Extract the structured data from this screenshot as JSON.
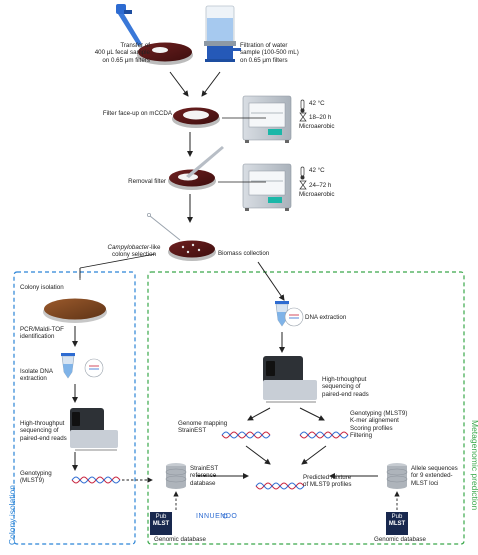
{
  "steps": {
    "transfer": "Transfer of\n400 μL fecal sample\non 0.65 μm filters",
    "filtration": "Filtration of water\nsample (100-500 mL)\non 0.65 μm filters",
    "filter_face_up": "Filter face-up on mCCDA",
    "incubator1_temp": "42 °C",
    "incubator1_time": "18–20 h",
    "incubator1_atm": "Microaerobic",
    "removal_filter": "Removal filter",
    "incubator2_temp": "42 °C",
    "incubator2_time": "24–72 h",
    "incubator2_atm": "Microaerobic",
    "campy_italic": "Campylobacter",
    "campy_rest": "-like\ncolony selection",
    "biomass": "Biomass collection"
  },
  "colony_isolation": {
    "section_label": "Colony isolation",
    "header": "Colony isolation",
    "pcr": "PCR/Maldi-TOF\nidentification",
    "isolate_dna": "Isolate DNA\nextraction",
    "sequencing": "High-throughput\nsequencing of\npaired-end reads",
    "genotyping": "Genotyping\n(MLST9)"
  },
  "metagenomic": {
    "section_label": "Metagenomic prediction",
    "dna_extraction": "DNA extraction",
    "sequencing": "High-trhoughput\nsequencing of\npaired-end reads",
    "genome_mapping": "Genome mapping\nStrainEST",
    "genotyping_right": "Genotyping (MLST9)\nK-mer alignement\nScoring profiles\nFiltering",
    "strainest_db": "StrainEST\nreference\ndatabase",
    "predicted_mixture": "Predicted mixture\nof MLST9 profiles",
    "allele_sequences": "Allele sequences\nfor 9 extended-\nMLST loci",
    "innuendo_logo": "INNUENDO",
    "pubmlst_left_1": "Pub",
    "pubmlst_left_2": "MLST",
    "genomic_db_left": "Genomic database",
    "pubmlst_right_1": "Pub",
    "pubmlst_right_2": "MLST",
    "genomic_db_right": "Genomic database"
  },
  "colors": {
    "petri_agar": "#5a1a1a",
    "colony_box": "#2b84d6",
    "metagenomic_box": "#3aa84a",
    "dna_red": "#c8203a",
    "dna_blue": "#2d6bd1",
    "incubator_teal": "#1bb7a8"
  }
}
